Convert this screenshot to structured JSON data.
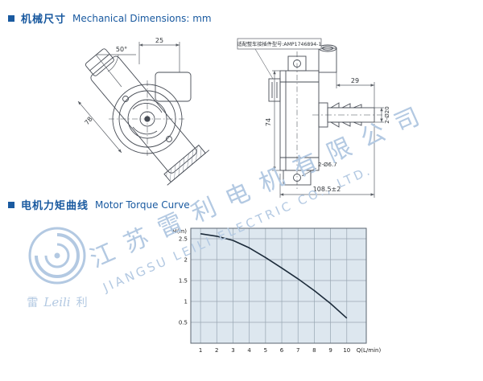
{
  "theme": {
    "accent": "#1a5aa0",
    "watermark": "#b3c9e2",
    "line": "#474c55",
    "dim": "#5a5f66",
    "chart_bg": "#dde7ef",
    "chart_grid": "#98a6b2",
    "chart_border": "#5b6670",
    "curve": "#1c2b3a"
  },
  "header_mech": {
    "title_zh": "机械尺寸",
    "title_en": "Mechanical Dimensions: mm"
  },
  "header_curve": {
    "title_zh": "电机力矩曲线",
    "title_en": "Motor Torque Curve"
  },
  "drawing": {
    "connector_label": "适配整车接插件型号:AMP1746894-1",
    "dim_angle": "50°",
    "dim_top_width": "25",
    "dim_housing_length": "78",
    "dim_body_height": "74",
    "dim_port_length": "29",
    "dim_port_dia": "2-Ø20",
    "dim_hole_dia": "2-Ø6.7",
    "dim_total_length": "108.5±2"
  },
  "watermark": {
    "company_zh": "江苏雷利电机有限公司",
    "company_en": "JIANGSU LEILI ELECTRIC CO., LTD.",
    "logo_zh_left": "雷",
    "logo_script": "Leili",
    "logo_zh_right": "利"
  },
  "chart_data": {
    "type": "line",
    "title": "Motor Torque Curve",
    "xlabel": "Q(L/min)",
    "ylabel": "H(m)",
    "x": [
      1,
      2,
      3,
      4,
      5,
      6,
      7,
      8,
      9,
      10
    ],
    "values": [
      2.62,
      2.56,
      2.46,
      2.28,
      2.05,
      1.8,
      1.54,
      1.26,
      0.95,
      0.6
    ],
    "xticks": [
      1,
      2,
      3,
      4,
      5,
      6,
      7,
      8,
      9,
      10
    ],
    "yticks": [
      0.5,
      1,
      1.5,
      2,
      2.5
    ],
    "xlim": [
      0.4,
      11.2
    ],
    "ylim": [
      0,
      2.75
    ],
    "grid": true,
    "legend": null
  }
}
